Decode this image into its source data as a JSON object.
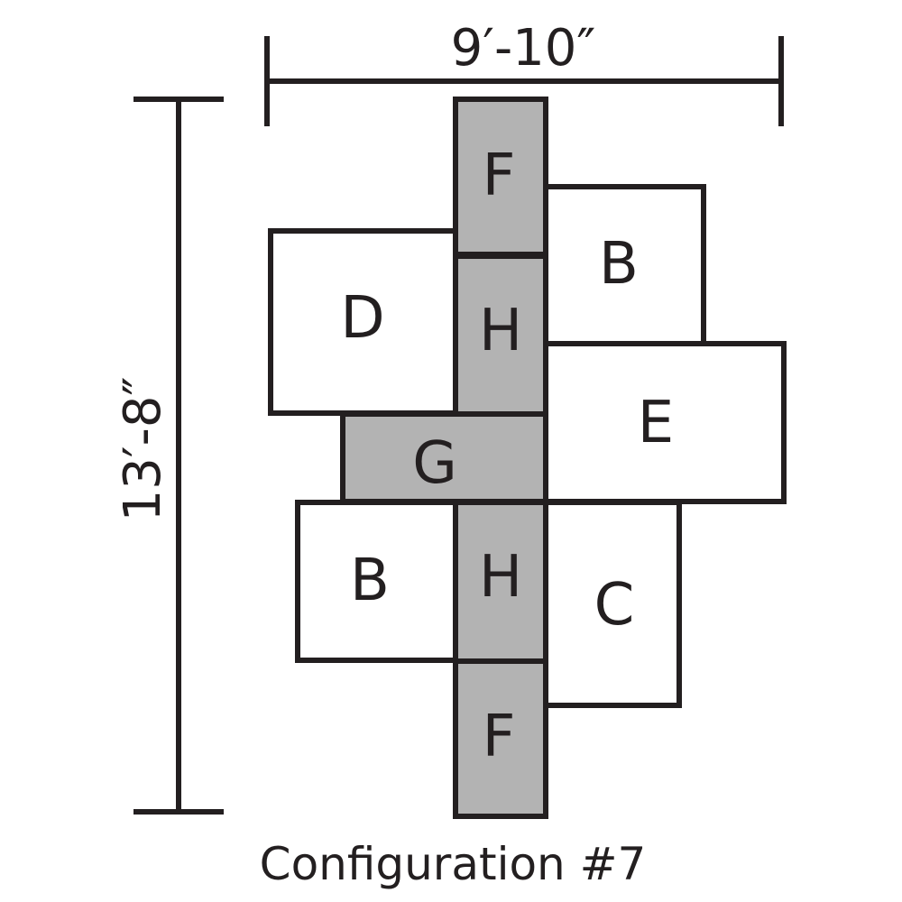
{
  "dimensions": {
    "width": "9′-10″",
    "height": "13′-8″"
  },
  "caption": "Configuration #7",
  "colors": {
    "line": "#231f20",
    "shaded": "#b3b3b3",
    "unshaded": "#ffffff"
  },
  "pieces": [
    {
      "label": "F",
      "shaded": true
    },
    {
      "label": "B",
      "shaded": false
    },
    {
      "label": "D",
      "shaded": false
    },
    {
      "label": "H",
      "shaded": true
    },
    {
      "label": "E",
      "shaded": false
    },
    {
      "label": "G",
      "shaded": true
    },
    {
      "label": "B",
      "shaded": false
    },
    {
      "label": "H",
      "shaded": true
    },
    {
      "label": "C",
      "shaded": false
    },
    {
      "label": "F",
      "shaded": true
    }
  ]
}
